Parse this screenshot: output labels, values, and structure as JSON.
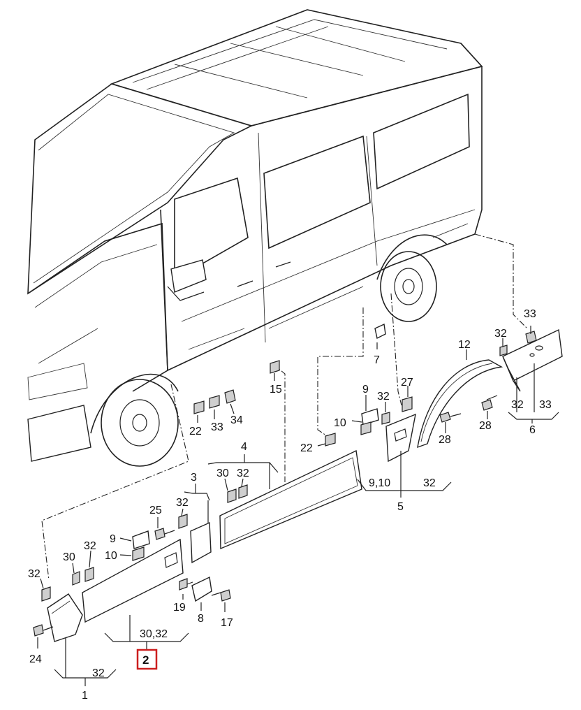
{
  "diagram": {
    "highlight_color": "#cc1e1e",
    "watermark": "",
    "callouts": [
      {
        "id": "c33a",
        "text": "33"
      },
      {
        "id": "c32a",
        "text": "32"
      },
      {
        "id": "c12",
        "text": "12"
      },
      {
        "id": "c7",
        "text": "7"
      },
      {
        "id": "c15",
        "text": "15"
      },
      {
        "id": "c27",
        "text": "27"
      },
      {
        "id": "c9a",
        "text": "9"
      },
      {
        "id": "c32b",
        "text": "32"
      },
      {
        "id": "c10a",
        "text": "10"
      },
      {
        "id": "c28a",
        "text": "28"
      },
      {
        "id": "c28b",
        "text": "28"
      },
      {
        "id": "c32c",
        "text": "32"
      },
      {
        "id": "c33b",
        "text": "33"
      },
      {
        "id": "c6",
        "text": "6"
      },
      {
        "id": "c22a",
        "text": "22"
      },
      {
        "id": "c33c",
        "text": "33"
      },
      {
        "id": "c34",
        "text": "34"
      },
      {
        "id": "c22b",
        "text": "22"
      },
      {
        "id": "c4",
        "text": "4"
      },
      {
        "id": "c910",
        "text": "9,10"
      },
      {
        "id": "c32d",
        "text": "32"
      },
      {
        "id": "c5",
        "text": "5"
      },
      {
        "id": "c3",
        "text": "3"
      },
      {
        "id": "c30a",
        "text": "30"
      },
      {
        "id": "c32e",
        "text": "32"
      },
      {
        "id": "c25",
        "text": "25"
      },
      {
        "id": "c32f",
        "text": "32"
      },
      {
        "id": "c9b",
        "text": "9"
      },
      {
        "id": "c10b",
        "text": "10"
      },
      {
        "id": "c32g",
        "text": "32"
      },
      {
        "id": "c30b",
        "text": "30"
      },
      {
        "id": "c32h",
        "text": "32"
      },
      {
        "id": "c19",
        "text": "19"
      },
      {
        "id": "c8",
        "text": "8"
      },
      {
        "id": "c17",
        "text": "17"
      },
      {
        "id": "c3032",
        "text": "30,32"
      },
      {
        "id": "c24",
        "text": "24"
      },
      {
        "id": "c32i",
        "text": "32"
      },
      {
        "id": "c1",
        "text": "1"
      }
    ],
    "highlighted_callout": "2"
  }
}
